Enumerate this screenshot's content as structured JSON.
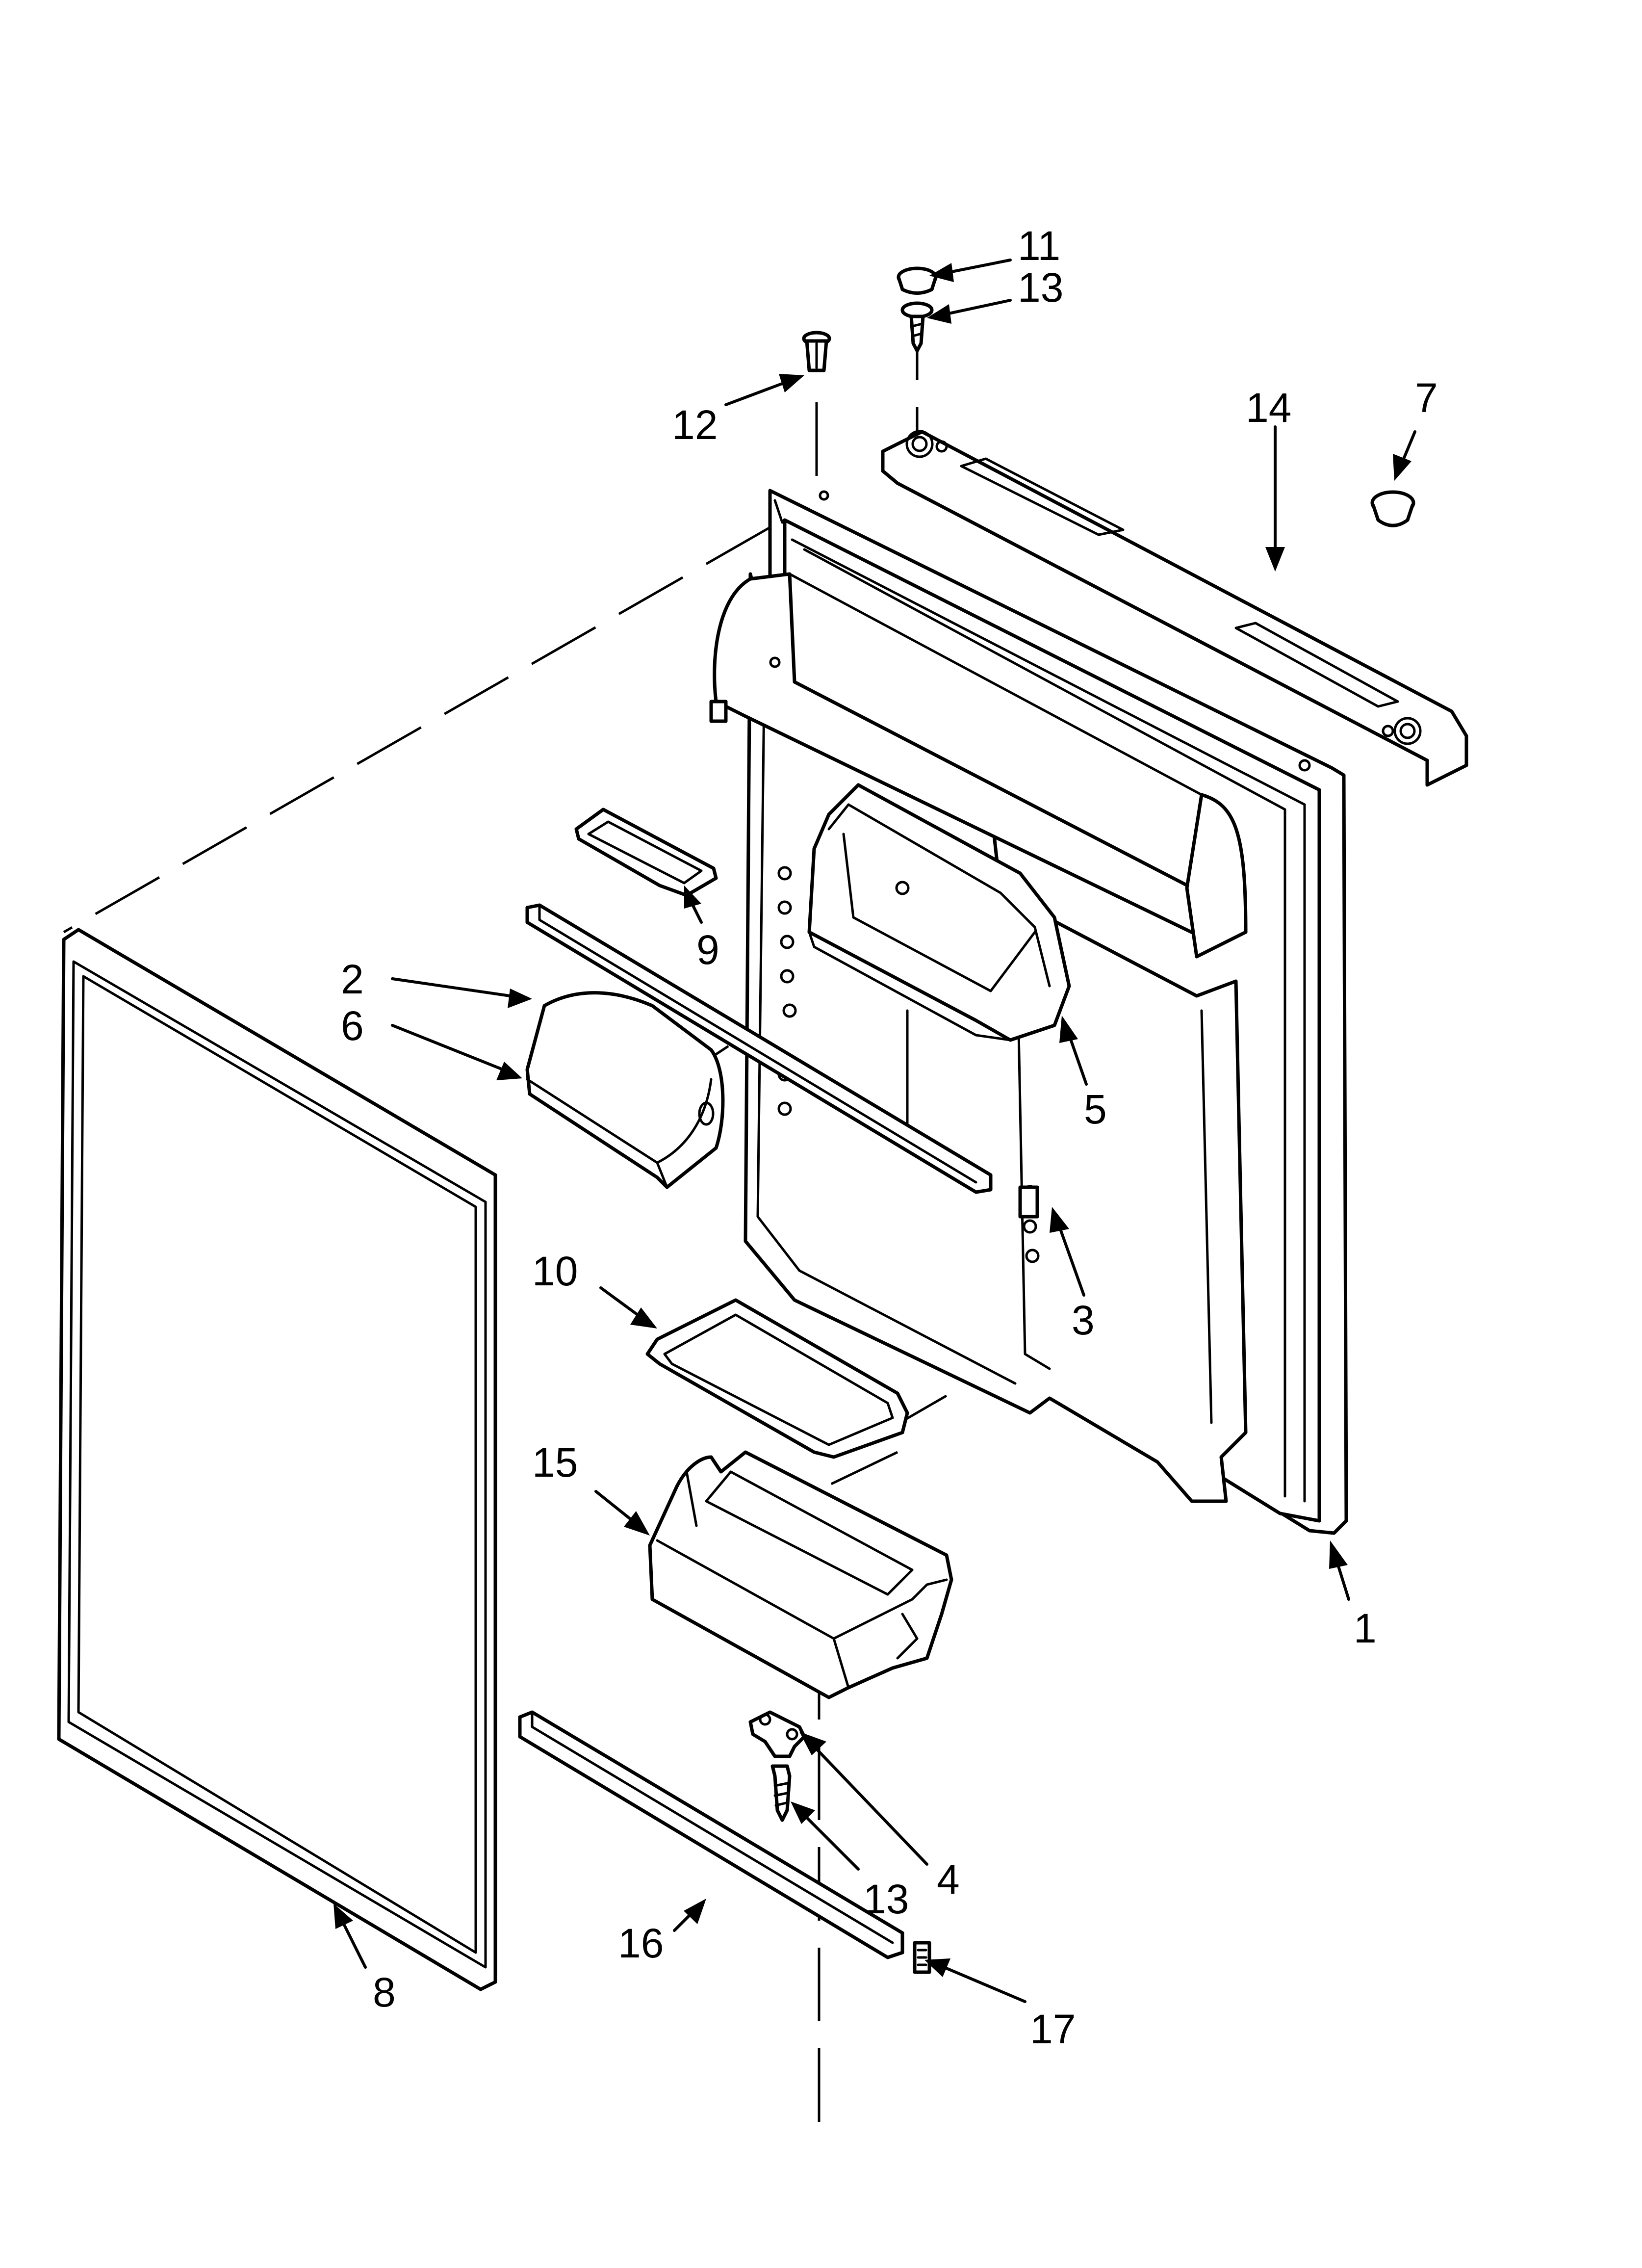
{
  "diagram": {
    "labels": {
      "p1": "1",
      "p2": "2",
      "p3": "3",
      "p4": "4",
      "p5": "5",
      "p6": "6",
      "p7": "7",
      "p8": "8",
      "p9": "9",
      "p10": "10",
      "p11": "11",
      "p12": "12",
      "p13_top": "13",
      "p13_bottom": "13",
      "p14": "14",
      "p15": "15",
      "p16": "16",
      "p17": "17"
    }
  }
}
